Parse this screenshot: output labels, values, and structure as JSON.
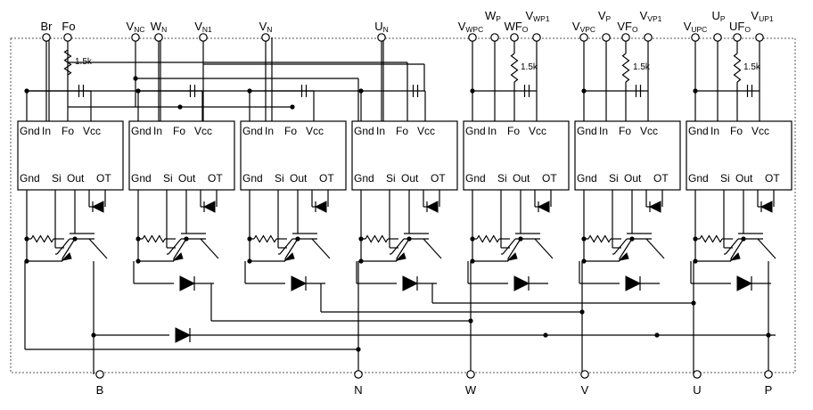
{
  "pin_labels": {
    "in": [
      "Gnd",
      "In",
      "Fo",
      "Vcc"
    ],
    "out": [
      "Gnd",
      "Si",
      "Out",
      "OT"
    ]
  },
  "resistor_value": "1.5k",
  "top_terminals": [
    {
      "main": "Br",
      "sub": ""
    },
    {
      "main": "Fo",
      "sub": ""
    },
    {
      "main": "V",
      "sub": "NC"
    },
    {
      "main": "W",
      "sub": "N"
    },
    {
      "main": "V",
      "sub": "N1"
    },
    {
      "main": "V",
      "sub": "N"
    },
    {
      "main": "U",
      "sub": "N"
    },
    {
      "main": "V",
      "sub": "WPC"
    },
    {
      "main": "W",
      "sub": "P"
    },
    {
      "main": "WF",
      "sub": "O"
    },
    {
      "main": "V",
      "sub": "WP1"
    },
    {
      "main": "V",
      "sub": "VPC"
    },
    {
      "main": "V",
      "sub": "P"
    },
    {
      "main": "VF",
      "sub": "O"
    },
    {
      "main": "V",
      "sub": "VP1"
    },
    {
      "main": "V",
      "sub": "UPC"
    },
    {
      "main": "U",
      "sub": "P"
    },
    {
      "main": "UF",
      "sub": "O"
    },
    {
      "main": "V",
      "sub": "UP1"
    }
  ],
  "bottom_terminals": [
    "B",
    "N",
    "W",
    "V",
    "U",
    "P"
  ]
}
